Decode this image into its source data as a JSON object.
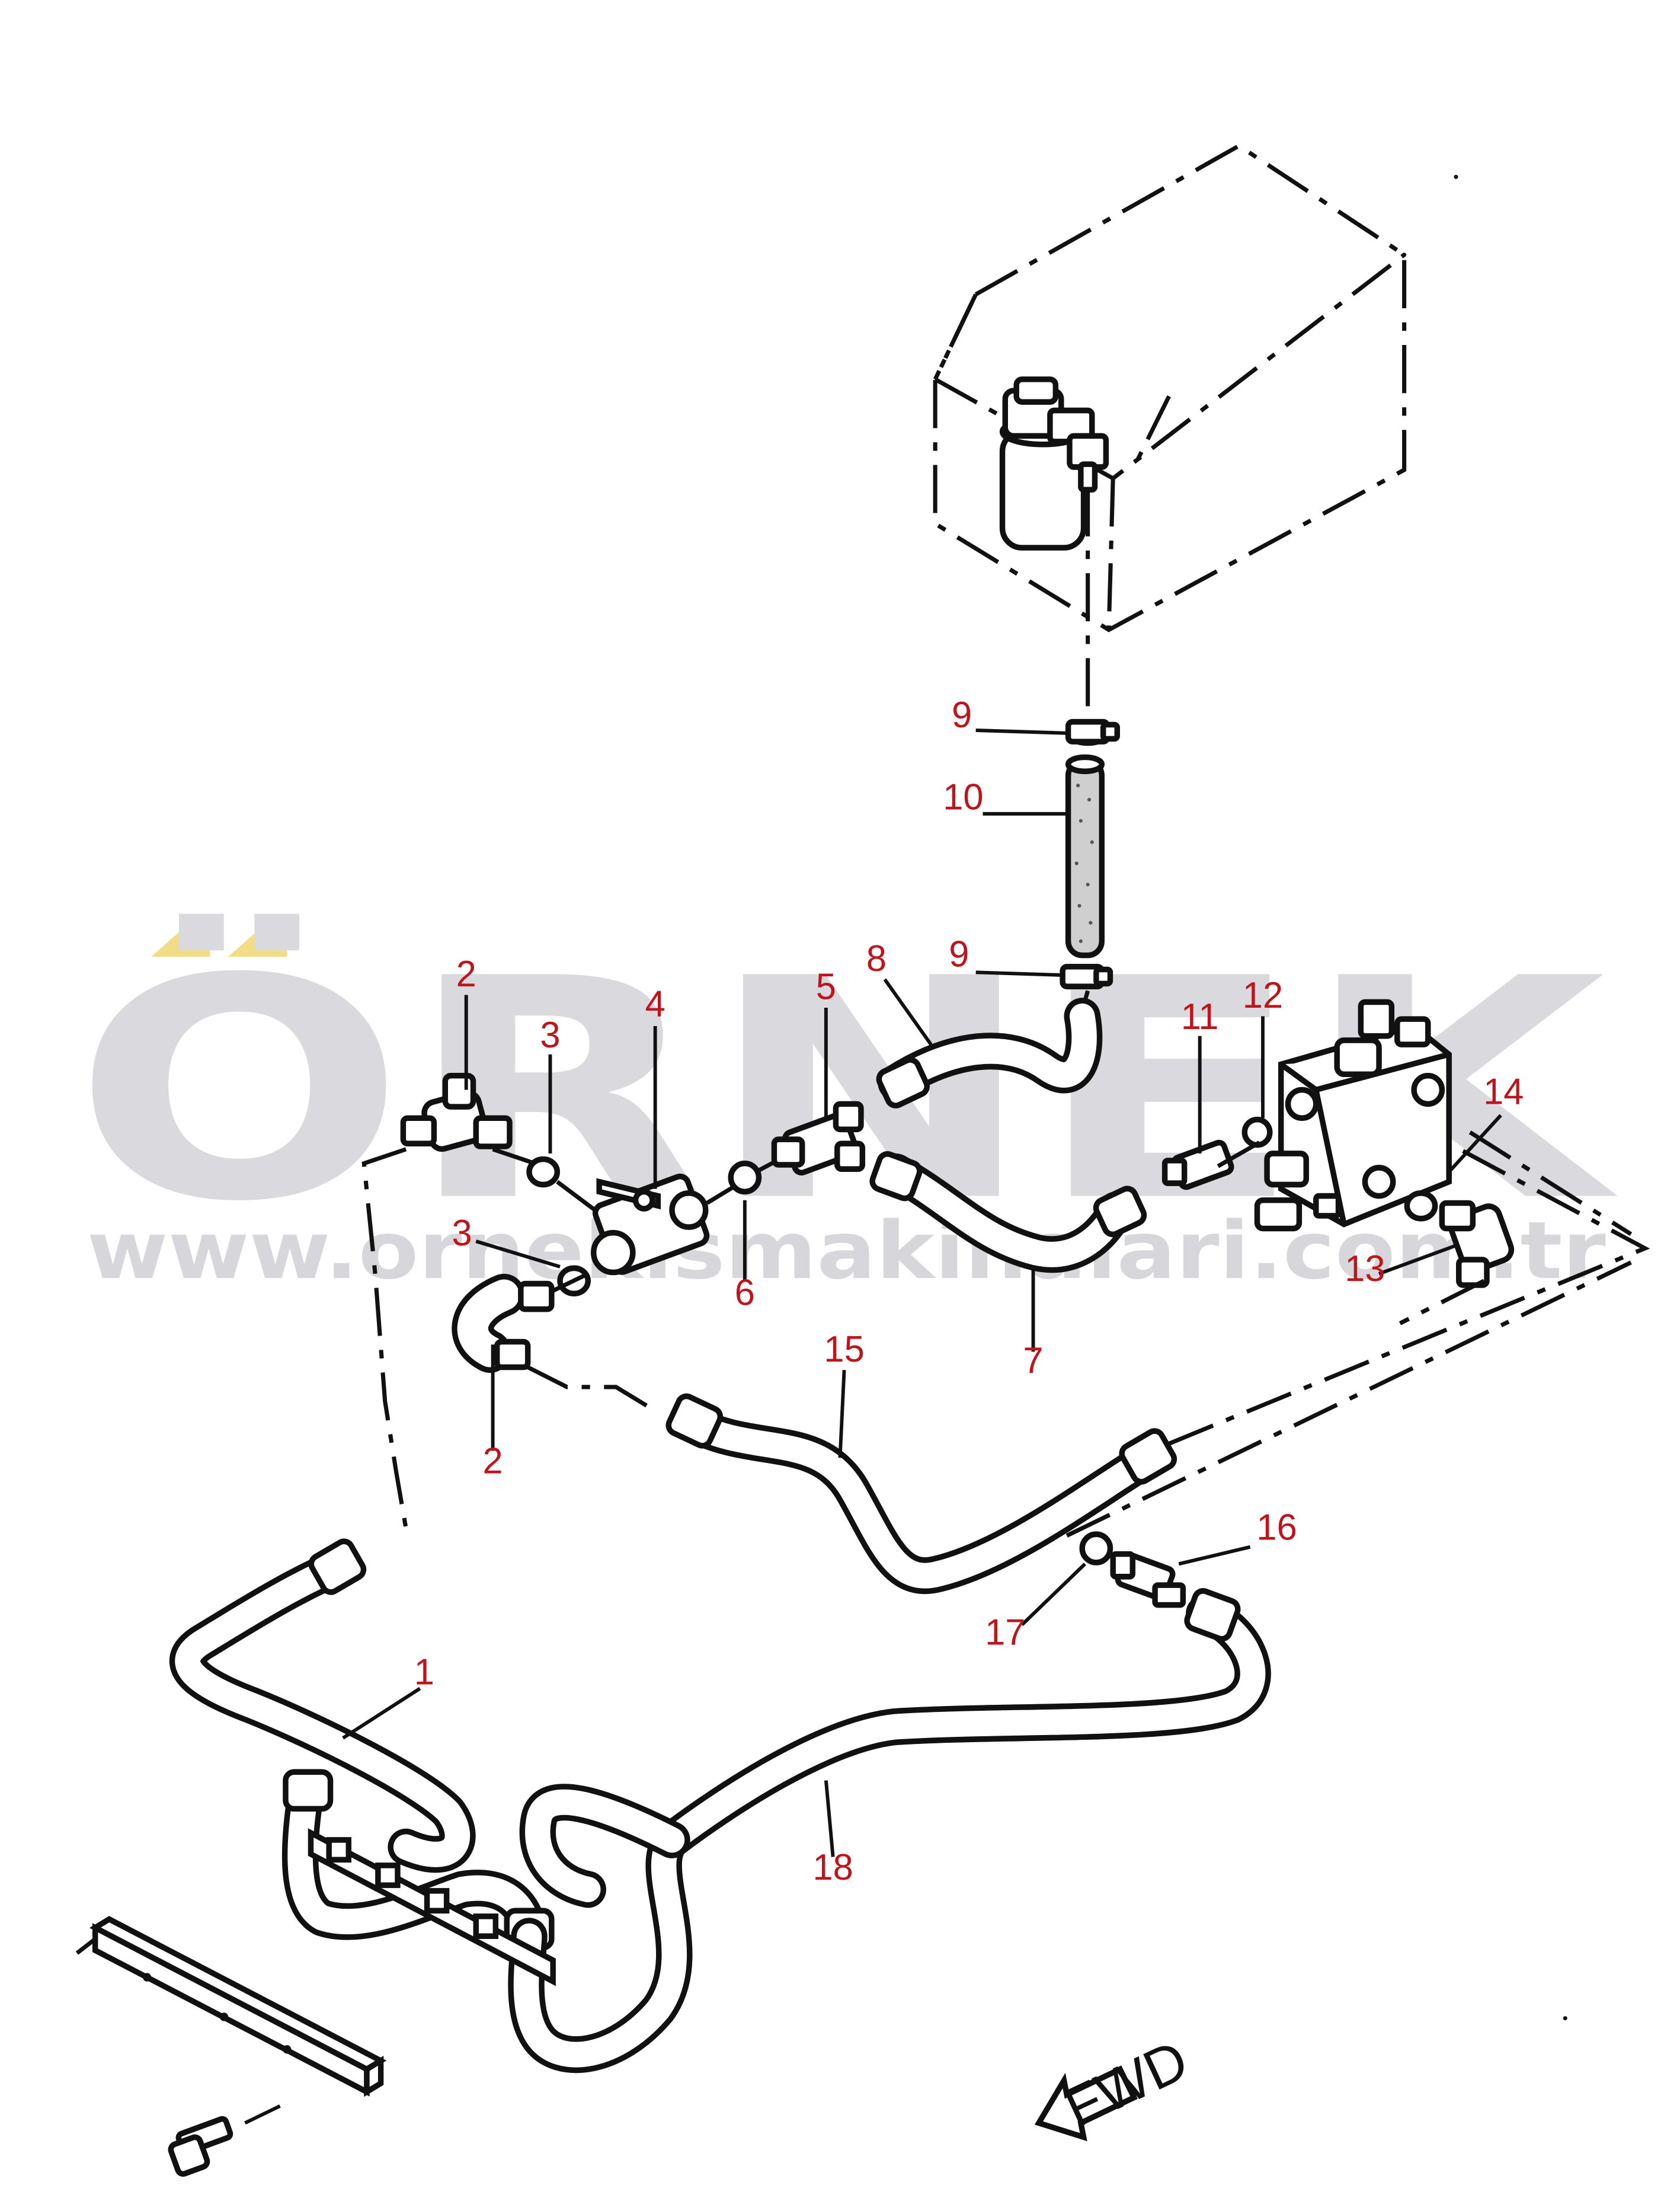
{
  "watermark": {
    "brand": "ÖRNEK",
    "url": "www.ornekismakinalari.com.tr",
    "brand_color": "#d9d9de",
    "umlaut_color": "#f3dc86"
  },
  "direction_marker": {
    "label": "FWD",
    "icon": "fwd-arrow-icon"
  },
  "callouts": [
    {
      "id": "callout-1",
      "label": "1"
    },
    {
      "id": "callout-2-top",
      "label": "2"
    },
    {
      "id": "callout-2-bottom",
      "label": "2"
    },
    {
      "id": "callout-3-top",
      "label": "3"
    },
    {
      "id": "callout-3-bottom",
      "label": "3"
    },
    {
      "id": "callout-4",
      "label": "4"
    },
    {
      "id": "callout-5",
      "label": "5"
    },
    {
      "id": "callout-6",
      "label": "6"
    },
    {
      "id": "callout-7",
      "label": "7"
    },
    {
      "id": "callout-8",
      "label": "8"
    },
    {
      "id": "callout-9-top",
      "label": "9"
    },
    {
      "id": "callout-9-bottom",
      "label": "9"
    },
    {
      "id": "callout-10",
      "label": "10"
    },
    {
      "id": "callout-11",
      "label": "11"
    },
    {
      "id": "callout-12",
      "label": "12"
    },
    {
      "id": "callout-13",
      "label": "13"
    },
    {
      "id": "callout-14",
      "label": "14"
    },
    {
      "id": "callout-15",
      "label": "15"
    },
    {
      "id": "callout-16",
      "label": "16"
    },
    {
      "id": "callout-17",
      "label": "17"
    },
    {
      "id": "callout-18",
      "label": "18"
    }
  ],
  "callout_color": "#c0141c"
}
